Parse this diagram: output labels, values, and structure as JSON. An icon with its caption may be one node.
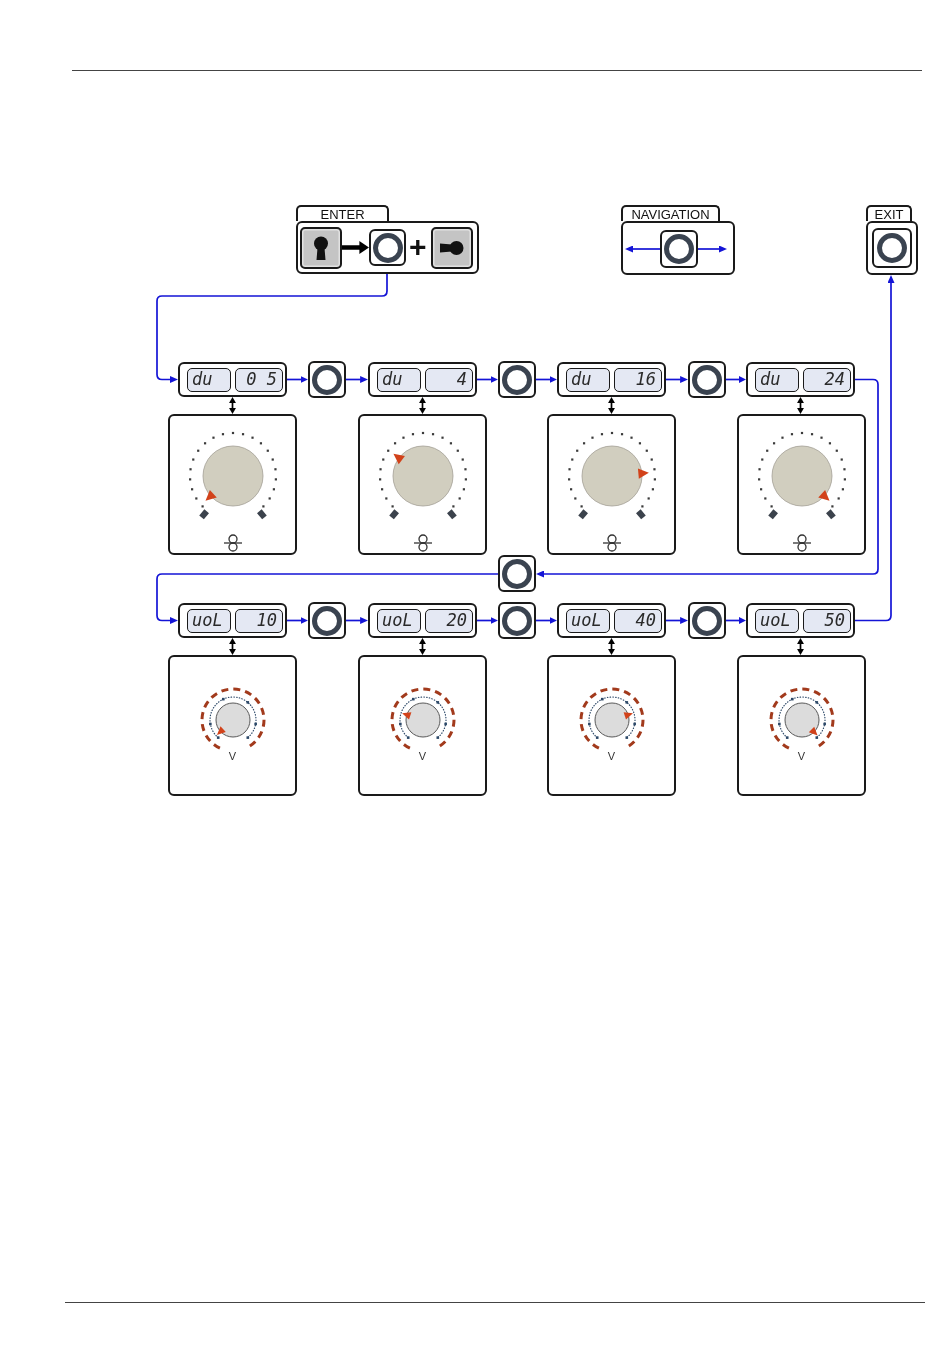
{
  "diagram": {
    "nodes": [
      {
        "text": [
          "ENTER"
        ]
      },
      {
        "text": [],
        "shape": "key",
        "in": 0
      },
      {
        "text": [],
        "shape": "button",
        "in": 0
      },
      {
        "text": [],
        "shape": "key",
        "in": 0
      },
      {
        "text": [
          "NAVIGATION"
        ]
      },
      {
        "text": [],
        "shape": "button",
        "in": 4
      },
      {
        "text": [
          "EXIT"
        ]
      },
      {
        "text": [],
        "shape": "button",
        "in": 6
      },
      {
        "text": [
          "du",
          "0 5"
        ]
      },
      {
        "text": [],
        "shape": "box"
      },
      {
        "text": [],
        "shape": "button"
      },
      {
        "text": [
          "du",
          "4"
        ]
      },
      {
        "text": [],
        "shape": "box"
      },
      {
        "text": [],
        "shape": "button"
      },
      {
        "text": [
          "du",
          "16"
        ]
      },
      {
        "text": [],
        "shape": "box"
      },
      {
        "text": [],
        "shape": "button"
      },
      {
        "text": [
          "du",
          "24"
        ]
      },
      {
        "text": [],
        "shape": "box"
      },
      {
        "text": [],
        "shape": "button"
      },
      {
        "text": [
          "uoL",
          "10"
        ]
      },
      {
        "text": [
          "V"
        ]
      },
      {
        "text": [],
        "shape": "button"
      },
      {
        "text": [
          "uoL",
          "20"
        ]
      },
      {
        "text": [
          "V"
        ]
      },
      {
        "text": [],
        "shape": "button"
      },
      {
        "text": [
          "uoL",
          "40"
        ]
      },
      {
        "text": [
          "V"
        ]
      },
      {
        "text": [],
        "shape": "button"
      },
      {
        "text": [
          "uoL",
          "50"
        ]
      },
      {
        "text": [
          "V"
        ]
      }
    ],
    "edges": [
      {
        "from": 1,
        "to": 2,
        "arrow": "to",
        "style": "thick",
        "color": "#000000"
      },
      {
        "from": 5,
        "to": null,
        "arrow": "to"
      },
      {
        "from": 5,
        "to": null,
        "arrow": "to"
      },
      {
        "from": 0,
        "to": 8,
        "arrow": "to"
      },
      {
        "from": 8,
        "to": 10,
        "arrow": "to"
      },
      {
        "from": 10,
        "to": 11,
        "arrow": "to"
      },
      {
        "from": 11,
        "to": 13,
        "arrow": "to"
      },
      {
        "from": 13,
        "to": 14,
        "arrow": "to"
      },
      {
        "from": 14,
        "to": 16,
        "arrow": "to"
      },
      {
        "from": 16,
        "to": 17,
        "arrow": "to"
      },
      {
        "from": 17,
        "to": 19,
        "arrow": "to"
      },
      {
        "from": 19,
        "to": 20,
        "arrow": "to"
      },
      {
        "from": 20,
        "to": 22,
        "arrow": "to"
      },
      {
        "from": 22,
        "to": 23,
        "arrow": "to"
      },
      {
        "from": 23,
        "to": 25,
        "arrow": "to"
      },
      {
        "from": 25,
        "to": 26,
        "arrow": "to"
      },
      {
        "from": 26,
        "to": 28,
        "arrow": "to"
      },
      {
        "from": 28,
        "to": 29,
        "arrow": "to"
      },
      {
        "from": 29,
        "to": 6,
        "arrow": "to"
      },
      {
        "from": 8,
        "to": 9,
        "arrow": "both",
        "color": "#000000"
      },
      {
        "from": 11,
        "to": 12,
        "arrow": "both",
        "color": "#000000"
      },
      {
        "from": 14,
        "to": 15,
        "arrow": "both",
        "color": "#000000"
      },
      {
        "from": 17,
        "to": 18,
        "arrow": "both",
        "color": "#000000"
      },
      {
        "from": 20,
        "to": 21,
        "arrow": "both",
        "color": "#000000"
      },
      {
        "from": 23,
        "to": 24,
        "arrow": "both",
        "color": "#000000"
      },
      {
        "from": 26,
        "to": 27,
        "arrow": "both",
        "color": "#000000"
      },
      {
        "from": 29,
        "to": 30,
        "arrow": "both",
        "color": "#000000"
      }
    ],
    "labels": [
      "+"
    ]
  }
}
